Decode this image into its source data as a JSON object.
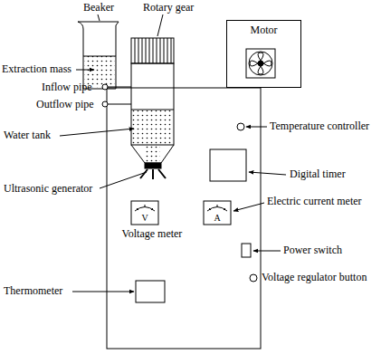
{
  "diagram": {
    "nodes": [
      {
        "text": [
          "Motor"
        ]
      }
    ],
    "labels": [
      "Beaker",
      "Rotary gear",
      "Extraction mass",
      "Inflow pipe",
      "Outflow pipe",
      "Water tank",
      "Ultrasonic generator",
      "Voltage meter",
      "Thermometer",
      "Temperature controller",
      "Digital timer",
      "Electric current meter",
      "Power switch",
      "Voltage regulator button",
      "V",
      "A"
    ]
  }
}
